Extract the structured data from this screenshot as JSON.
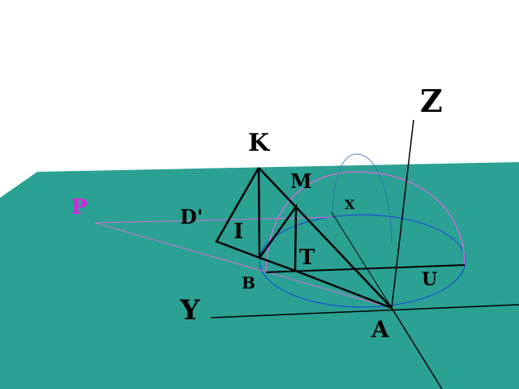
{
  "labels": {
    "Z": "Z",
    "K": "K",
    "M": "M",
    "P": "P",
    "D": "D'",
    "X": "X",
    "I": "I",
    "T": "T",
    "B": "B",
    "U": "U",
    "Y": "Y",
    "A": "A"
  },
  "colors": {
    "plane": "#2aa193",
    "sky": "#ffffff",
    "lines": "#000000",
    "pink": "#d86ad8",
    "blue": "#1a3fe0",
    "p_label": "#e020e0"
  }
}
